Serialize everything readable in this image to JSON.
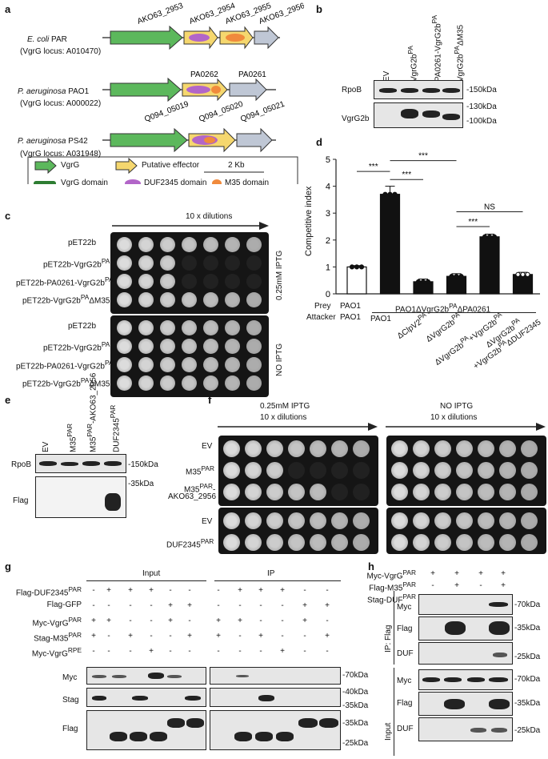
{
  "panel_a": {
    "letter": "a",
    "genes_ecoli": [
      "AKO63_2953",
      "AKO63_2954",
      "AKO63_2955",
      "AKO63_2956"
    ],
    "org_ecoli": "E. coli PAR",
    "locus_ecoli": "(VgrG locus: A010470)",
    "genes_pao1": [
      "PA0262",
      "PA0261"
    ],
    "org_pao1": "P. aeruginosa PAO1",
    "locus_pao1": "(VgrG locus: A000022)",
    "genes_ps42": [
      "Q094_05019",
      "Q094_05020",
      "Q094_05021"
    ],
    "org_ps42": "P. aeruginosa PS42",
    "locus_ps42": "(VgrG locus: A031948)",
    "legend": {
      "vgrg": "VgrG",
      "effector": "Putative effector",
      "scale": "2 Kb",
      "vgrg_domain": "VgrG domain",
      "duf_domain": "DUF2345 domain",
      "m35_domain": "M35 domain"
    },
    "colors": {
      "vgrg": "#5cb85c",
      "effector": "#f5d76e",
      "duf": "#b266c8",
      "m35": "#f08a3c",
      "gray": "#bfc7d5"
    }
  },
  "panel_b": {
    "letter": "b",
    "lanes": [
      "EV",
      "VgrG2b^PA",
      "PA0261-VgrG2b^PA",
      "VgrG2b^PAΔM35"
    ],
    "rows": [
      "RpoB",
      "VgrG2b"
    ],
    "markers": [
      "150kDa",
      "130kDa",
      "100kDa"
    ]
  },
  "panel_c": {
    "letter": "c",
    "header": "10 x dilutions",
    "strains": [
      "pET22b",
      "pET22b-VgrG2b^PA",
      "pET22b-PA0261-VgrG2b^PA",
      "pET22b-VgrG2b^PAΔM35"
    ],
    "cond_top": "0.25mM IPTG",
    "cond_bottom": "NO IPTG"
  },
  "panel_d": {
    "letter": "d",
    "ylabel": "Competitive index",
    "row_prey": "Prey",
    "row_attacker": "Attacker",
    "prey_values": [
      "PAO1",
      "PAO1ΔVgrG2b^PAΔPA0261"
    ],
    "attacker_values": [
      "PAO1",
      "PAO1",
      "ΔClpV2^PA",
      "ΔVgrG2b^PA",
      "ΔVgrG2b^PA+VgrG2b^PA",
      "ΔVgrG2b^PA +VgrG2b^PAΔDUF2345"
    ],
    "sig": [
      "***",
      "***",
      "***",
      "***",
      "NS"
    ]
  },
  "chart_data": {
    "type": "bar",
    "categories": [
      "PAO1 vs PAO1",
      "PAO1",
      "ΔClpV2PA",
      "ΔVgrG2bPA",
      "ΔVgrG2bPA+VgrG2bPA",
      "ΔVgrG2bPA+VgrG2bPAΔDUF2345"
    ],
    "values": [
      1.0,
      3.7,
      0.45,
      0.65,
      2.12,
      0.72
    ],
    "errors": [
      0.05,
      0.3,
      0.1,
      0.1,
      0.1,
      0.08
    ],
    "ylabel": "Competitive index",
    "ylim": [
      0,
      5
    ],
    "yticks": [
      0,
      1,
      2,
      3,
      4,
      5
    ]
  },
  "panel_e": {
    "letter": "e",
    "lanes": [
      "EV",
      "M35^PAR",
      "M35^PAR-AKO63_2956",
      "DUF2345^PAR"
    ],
    "rows": [
      "RpoB",
      "Flag"
    ],
    "markers": [
      "150kDa",
      "35kDa"
    ]
  },
  "panel_f": {
    "letter": "f",
    "cond_left": "0.25mM IPTG",
    "dil_left": "10 x dilutions",
    "cond_right": "NO IPTG",
    "dil_right": "10 x dilutions",
    "strains": [
      "EV",
      "M35^PAR",
      "M35^PAR-AKO63_2956",
      "EV",
      "DUF2345^PAR"
    ]
  },
  "panel_g": {
    "letter": "g",
    "input": "Input",
    "ip": "IP",
    "rows": [
      {
        "label": "Flag-DUF2345^PAR",
        "signs": [
          "-",
          "+",
          "+",
          "+",
          "-",
          "-",
          "-",
          "+",
          "+",
          "+",
          "-",
          "-"
        ]
      },
      {
        "label": "Flag-GFP",
        "signs": [
          "-",
          "-",
          "-",
          "-",
          "+",
          "+",
          "-",
          "-",
          "-",
          "-",
          "+",
          "+"
        ]
      },
      {
        "label": "Myc-VgrG^PAR",
        "signs": [
          "+",
          "+",
          "-",
          "-",
          "+",
          "-",
          "+",
          "+",
          "-",
          "-",
          "+",
          "-"
        ]
      },
      {
        "label": "Stag-M35^PAR",
        "signs": [
          "+",
          "-",
          "+",
          "-",
          "-",
          "+",
          "+",
          "-",
          "+",
          "-",
          "-",
          "+"
        ]
      },
      {
        "label": "Myc-VgrG^RPE",
        "signs": [
          "-",
          "-",
          "-",
          "+",
          "-",
          "-",
          "-",
          "-",
          "-",
          "+",
          "-",
          "-"
        ]
      }
    ],
    "blots": [
      "Myc",
      "Stag",
      "Flag"
    ],
    "markers": [
      "70kDa",
      "40kDa",
      "35kDa",
      "35kDa",
      "25kDa"
    ]
  },
  "panel_h": {
    "letter": "h",
    "rows": [
      {
        "label": "Myc-VgrG^PAR",
        "signs": [
          "+",
          "+",
          "+",
          "+"
        ]
      },
      {
        "label": "Flag-M35^PAR",
        "signs": [
          "-",
          "+",
          "-",
          "+"
        ]
      },
      {
        "label": "Stag-DUF^PAR",
        "signs": [
          "-",
          "-",
          "+",
          "+"
        ]
      }
    ],
    "ip_group": "IP: Flag",
    "input_group": "Input",
    "blots": [
      "Myc",
      "Flag",
      "DUF",
      "Myc",
      "Flag",
      "DUF"
    ],
    "markers": [
      "70kDa",
      "35kDa",
      "25kDa",
      "70kDa",
      "35kDa",
      "25kDa"
    ]
  }
}
